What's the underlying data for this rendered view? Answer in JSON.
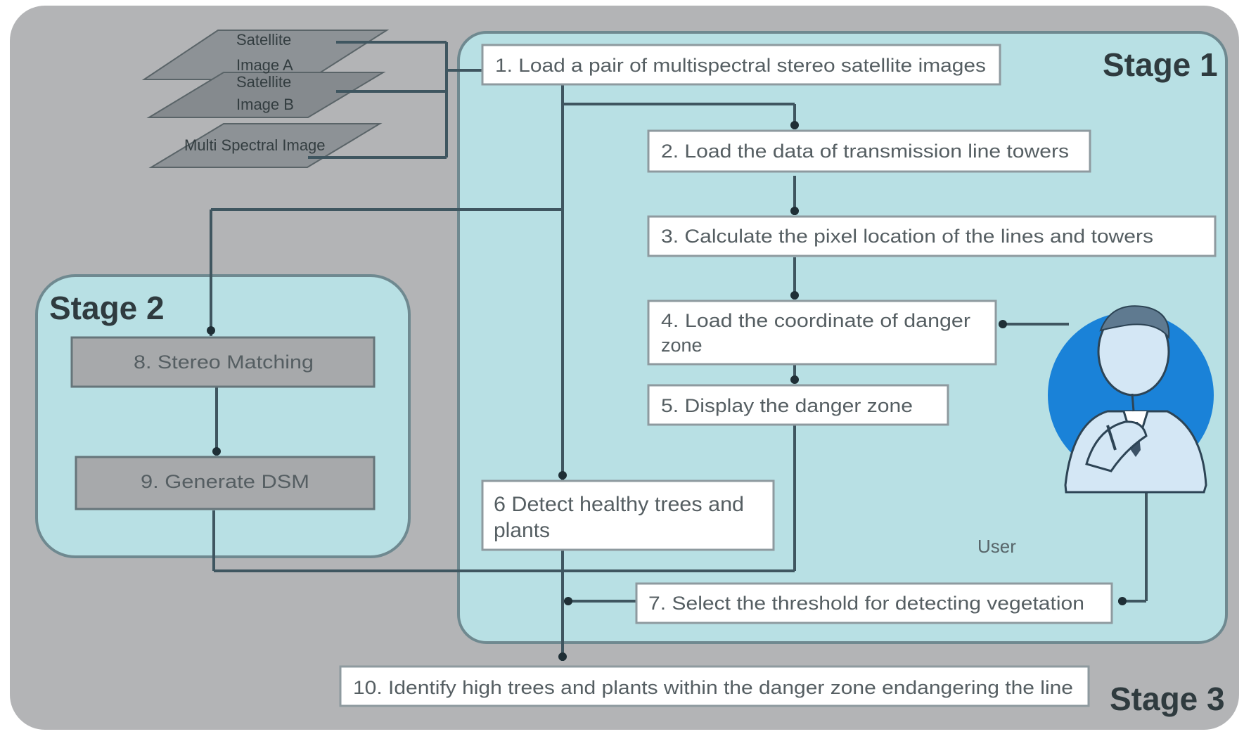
{
  "stages": {
    "stage1": "Stage 1",
    "stage2": "Stage 2",
    "stage3": "Stage 3"
  },
  "inputs": {
    "layer1_line1": "Satellite",
    "layer1_line2": "Image A",
    "layer2_line1": "Satellite",
    "layer2_line2": "Image B",
    "layer3": "Multi Spectral Image"
  },
  "steps": {
    "s1": "1. Load a pair of multispectral stereo satellite images",
    "s2": "2. Load the data of transmission line towers",
    "s3": "3. Calculate the pixel location of the lines and towers",
    "s4_line1": "4. Load the coordinate of danger",
    "s4_line2": "zone",
    "s5": "5. Display the danger zone",
    "s6_line1": "6 Detect healthy trees and",
    "s6_line2": "plants",
    "s7": "7. Select the threshold for detecting vegetation",
    "s8": "8. Stereo Matching",
    "s9": "9. Generate DSM",
    "s10": "10. Identify high trees and plants within the danger zone endangering the line"
  },
  "user_label": "User",
  "colors": {
    "outer_bg": "#b3b4b6",
    "stage_bg": "#b8e0e4",
    "user_circle": "#1a82d8",
    "line": "#3f5660"
  },
  "icons": {
    "user": "businessman-illustration",
    "input_layers": "stacked-image-layers"
  }
}
